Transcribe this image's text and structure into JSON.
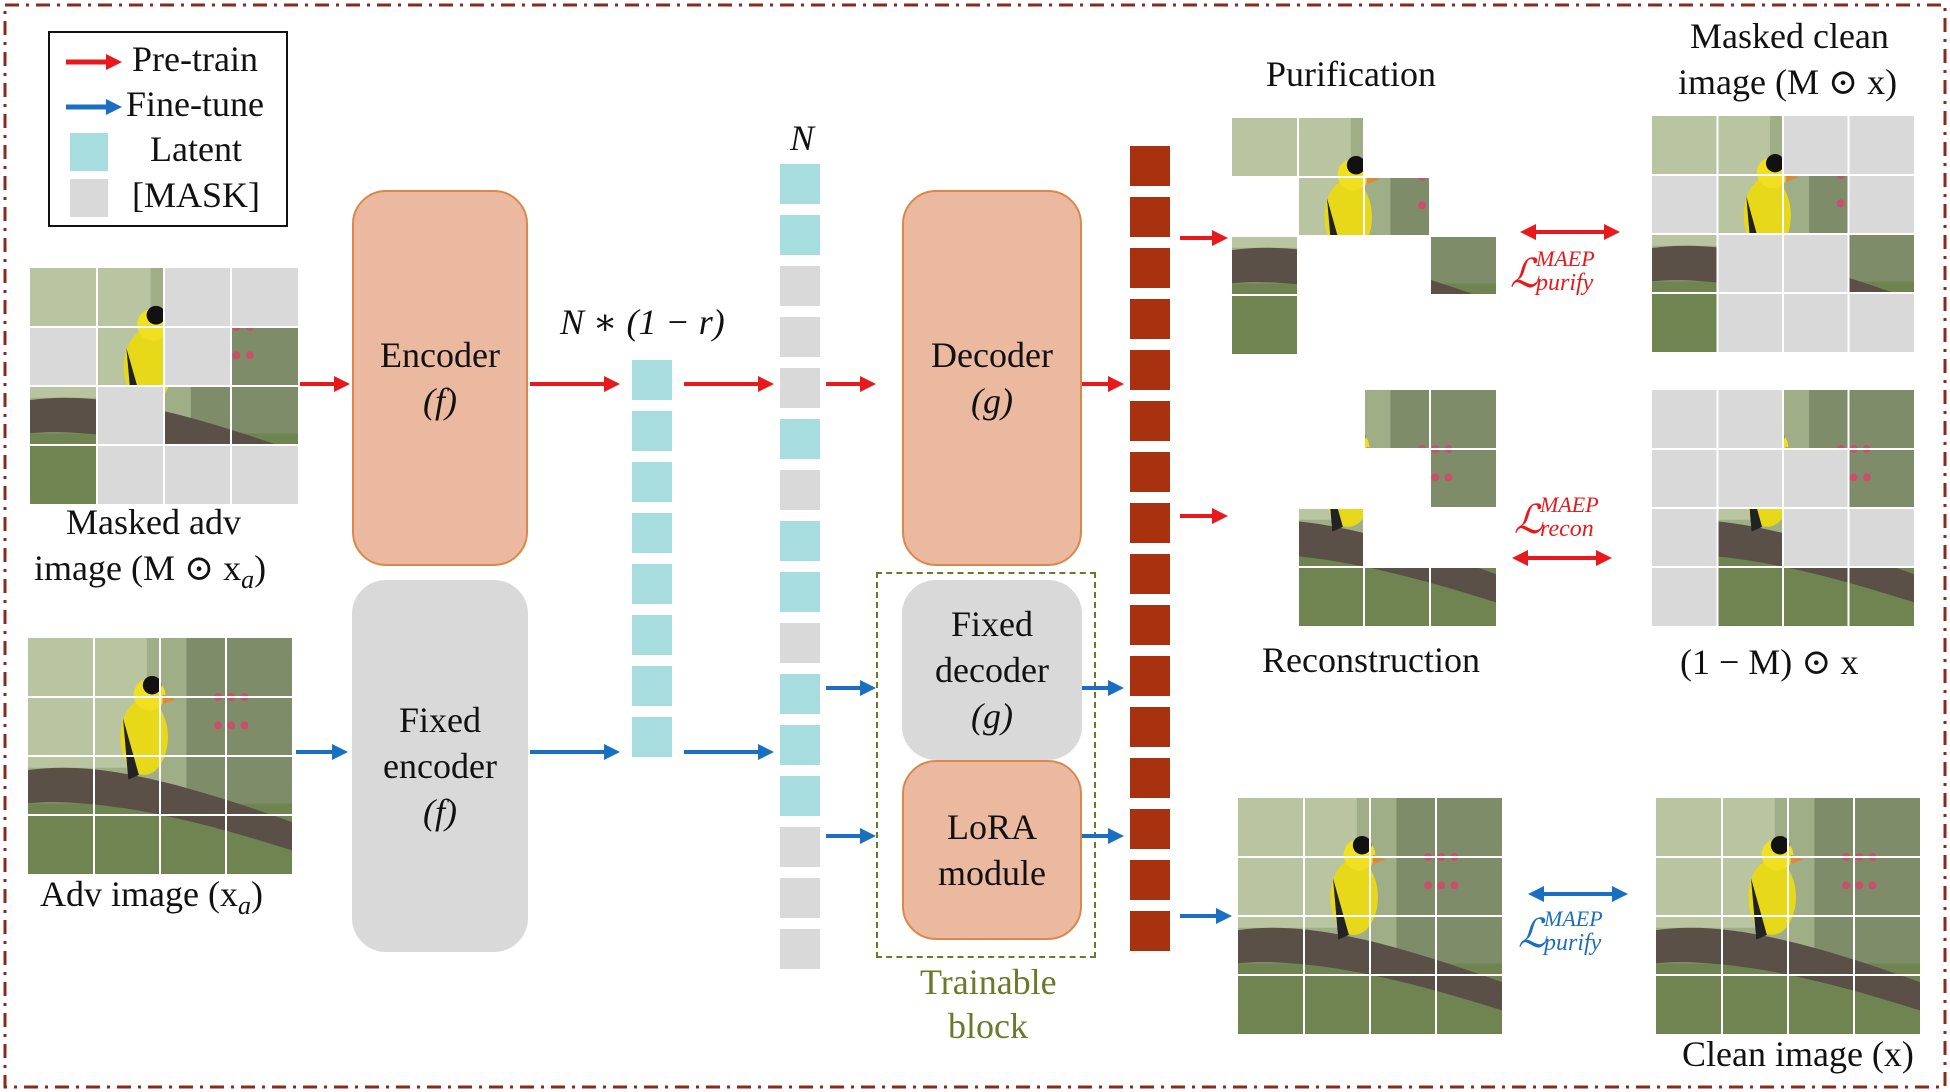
{
  "legend": {
    "items": [
      {
        "label": "Pre-train",
        "kind": "arrow",
        "color": "#e8191c"
      },
      {
        "label": "Fine-tune",
        "kind": "arrow",
        "color": "#1b6fc2"
      },
      {
        "label": "Latent",
        "kind": "swatch",
        "color": "#a8dde0"
      },
      {
        "label": "[MASK]",
        "kind": "swatch",
        "color": "#d9d9d9"
      }
    ]
  },
  "inputs": {
    "masked_adv_line1": "Masked adv",
    "masked_adv_line2": "image (M ⊙ x",
    "masked_adv_sub": "a",
    "masked_adv_close": ")",
    "adv_line": "Adv image (x",
    "adv_sub": "a",
    "adv_close": ")"
  },
  "blocks": {
    "encoder": {
      "line1": "Encoder",
      "line2": "(f)"
    },
    "fixed_encoder": {
      "line1": "Fixed",
      "line2": "encoder",
      "line3": "(f)"
    },
    "decoder": {
      "line1": "Decoder",
      "line2": "(g)"
    },
    "fixed_decoder": {
      "line1": "Fixed",
      "line2": "decoder",
      "line3": "(g)"
    },
    "lora": {
      "line1": "LoRA",
      "line2": "module"
    },
    "trainable_line1": "Trainable",
    "trainable_line2": "block"
  },
  "tokens": {
    "visible_label": "N ∗ (1 − r)",
    "full_label": "N",
    "visible_count": 8,
    "full_pattern": [
      "latent",
      "latent",
      "mask",
      "mask",
      "mask",
      "latent",
      "mask",
      "latent",
      "latent",
      "mask",
      "latent",
      "latent",
      "latent",
      "mask",
      "mask",
      "mask"
    ]
  },
  "outputs": {
    "purification": "Purification",
    "reconstruction": "Reconstruction",
    "masked_clean_line1": "Masked clean",
    "masked_clean_line2": "image (M ⊙ x)",
    "inv_masked": "(1 − M) ⊙ x",
    "clean": "Clean image (x)"
  },
  "losses": {
    "purify_pre": {
      "sup": "MAEP",
      "sub": "purify",
      "color": "#e8191c"
    },
    "recon_pre": {
      "sup": "MAEP",
      "sub": "recon",
      "color": "#e8191c"
    },
    "purify_ft": {
      "sup": "MAEP",
      "sub": "purify",
      "color": "#1b6fc2"
    }
  },
  "colors": {
    "border": "#8b2a1a",
    "pretrain_arrow": "#e8191c",
    "finetune_arrow": "#1b6fc2",
    "latent": "#a8dde0",
    "mask": "#d9d9d9",
    "output_token": "#a8310f",
    "orange_block": "#ebb9a0",
    "trainable_text": "#6b7a2a"
  }
}
